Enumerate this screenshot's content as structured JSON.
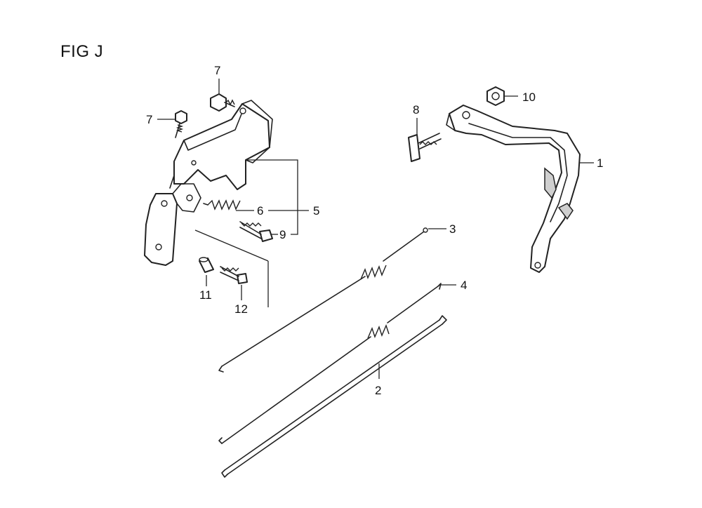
{
  "figure": {
    "title": "FIG J"
  },
  "callouts": [
    {
      "id": "c7a",
      "label": "7"
    },
    {
      "id": "c7b",
      "label": "7"
    },
    {
      "id": "c8",
      "label": "8"
    },
    {
      "id": "c10",
      "label": "10"
    },
    {
      "id": "c1",
      "label": "1"
    },
    {
      "id": "c6",
      "label": "6"
    },
    {
      "id": "c5",
      "label": "5"
    },
    {
      "id": "c9",
      "label": "9"
    },
    {
      "id": "c3",
      "label": "3"
    },
    {
      "id": "c4",
      "label": "4"
    },
    {
      "id": "c11",
      "label": "11"
    },
    {
      "id": "c12",
      "label": "12"
    },
    {
      "id": "c2",
      "label": "2"
    }
  ]
}
